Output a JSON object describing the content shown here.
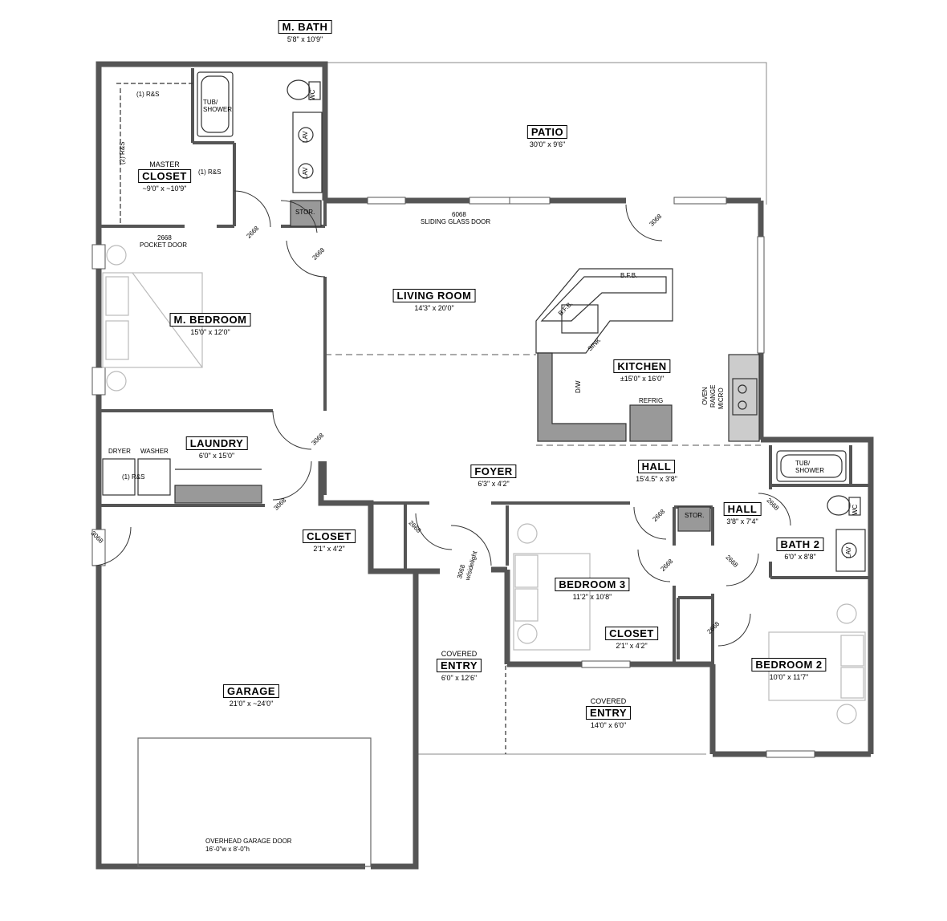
{
  "rooms": {
    "m_bath": {
      "name": "M. BATH",
      "dim": "5'8\" x 10'9\""
    },
    "patio": {
      "name": "PATIO",
      "dim": "30'0\" x 9'6\""
    },
    "closet_master": {
      "pre": "MASTER",
      "name": "CLOSET",
      "dim": "~9'0\" x ~10'9\""
    },
    "m_bedroom": {
      "name": "M. BEDROOM",
      "dim": "15'0\" x 12'0\""
    },
    "living": {
      "name": "LIVING ROOM",
      "dim": "14'3\" x 20'0\""
    },
    "kitchen": {
      "name": "KITCHEN",
      "dim": "±15'0\" x 16'0\""
    },
    "laundry": {
      "name": "LAUNDRY",
      "dim": "6'0\" x 15'0\""
    },
    "foyer": {
      "name": "FOYER",
      "dim": "6'3\" x 4'2\""
    },
    "hall_main": {
      "name": "HALL",
      "dim": "15'4.5\" x 3'8\""
    },
    "hall_small": {
      "name": "HALL",
      "dim": "3'8\" x 7'4\""
    },
    "closet_foyer": {
      "name": "CLOSET",
      "dim": "2'1\" x 4'2\""
    },
    "bath2": {
      "name": "BATH 2",
      "dim": "6'0\" x 8'8\""
    },
    "bedroom3": {
      "name": "BEDROOM 3",
      "dim": "11'2\" x 10'8\""
    },
    "closet_b3": {
      "name": "CLOSET",
      "dim": "2'1\" x 4'2\""
    },
    "bedroom2": {
      "name": "BEDROOM 2",
      "dim": "10'0\" x 11'7\""
    },
    "entry_small": {
      "pre": "COVERED",
      "name": "ENTRY",
      "dim": "6'0\" x 12'6\""
    },
    "entry_large": {
      "pre": "COVERED",
      "name": "ENTRY",
      "dim": "14'0\" x 6'0\""
    },
    "garage": {
      "name": "GARAGE",
      "dim": "21'0\" x ~24'0\""
    }
  },
  "notes": {
    "rs_top": "(1) R&S",
    "rs_side": "(2) R&S",
    "rs_closet": "(1) R&S",
    "tub_shower_master": "TUB/ SHOWER",
    "wc_master": "WC",
    "lav": "LAV",
    "stor": "STOR.",
    "pocket_code": "2668",
    "pocket_door": "POCKET DOOR",
    "sliding_code": "6068",
    "sliding_door": "SLIDING GLASS DOOR",
    "bfb": "B.F.B.",
    "sink": "SINK",
    "dw": "D/W",
    "refrig": "REFRIG",
    "oven": "OVEN",
    "range": "RANGE",
    "micro": "MICRO",
    "dryer": "DRYER",
    "washer": "WASHER",
    "rs_laundry": "(1) R&S",
    "tub_shower_bath2": "TUB/ SHOWER",
    "wc_bath2": "WC",
    "w_sidelight": "w/sidelight",
    "overhead_door": "OVERHEAD GARAGE DOOR",
    "overhead_dim": "16'-0\"w x 8'-0\"h"
  },
  "door_codes": {
    "d2668": "2668",
    "d3068": "3068"
  }
}
